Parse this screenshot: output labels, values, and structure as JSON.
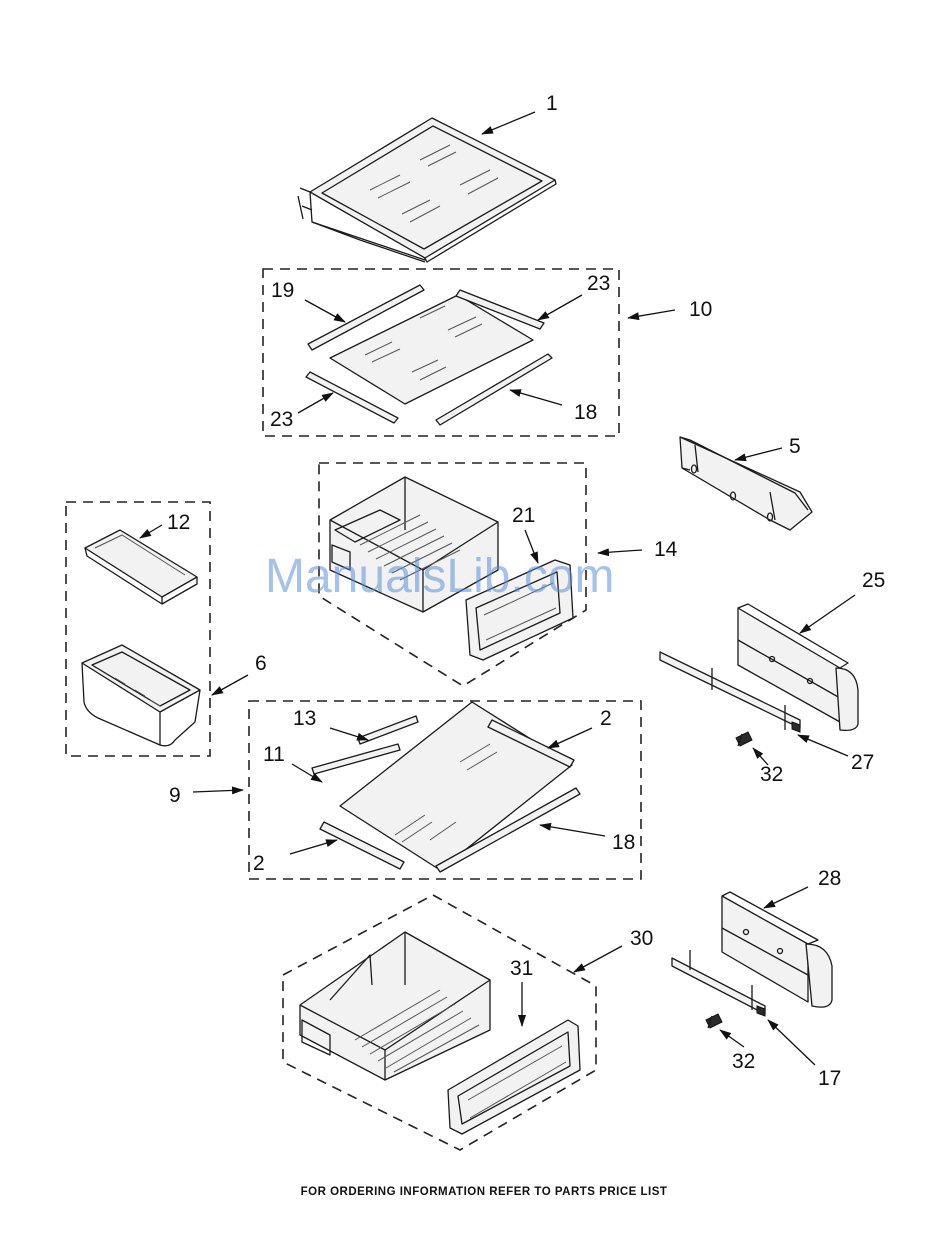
{
  "labels": [
    {
      "id": "1",
      "text": "1"
    },
    {
      "id": "19",
      "text": "19"
    },
    {
      "id": "23a",
      "text": "23"
    },
    {
      "id": "10",
      "text": "10"
    },
    {
      "id": "23b",
      "text": "23"
    },
    {
      "id": "18a",
      "text": "18"
    },
    {
      "id": "5",
      "text": "5"
    },
    {
      "id": "12",
      "text": "12"
    },
    {
      "id": "21",
      "text": "21"
    },
    {
      "id": "14",
      "text": "14"
    },
    {
      "id": "25",
      "text": "25"
    },
    {
      "id": "6",
      "text": "6"
    },
    {
      "id": "13",
      "text": "13"
    },
    {
      "id": "2a",
      "text": "2"
    },
    {
      "id": "11",
      "text": "11"
    },
    {
      "id": "9",
      "text": "9"
    },
    {
      "id": "32a",
      "text": "32"
    },
    {
      "id": "27",
      "text": "27"
    },
    {
      "id": "18b",
      "text": "18"
    },
    {
      "id": "2b",
      "text": "2"
    },
    {
      "id": "28",
      "text": "28"
    },
    {
      "id": "30",
      "text": "30"
    },
    {
      "id": "31",
      "text": "31"
    },
    {
      "id": "32b",
      "text": "32"
    },
    {
      "id": "17",
      "text": "17"
    }
  ],
  "footer": "FOR ORDERING INFORMATION REFER TO PARTS PRICE LIST",
  "watermark": "ManualsLib.com",
  "colors": {
    "ink": "#111111",
    "watermark": "#5b8fd8",
    "background": "#ffffff"
  }
}
